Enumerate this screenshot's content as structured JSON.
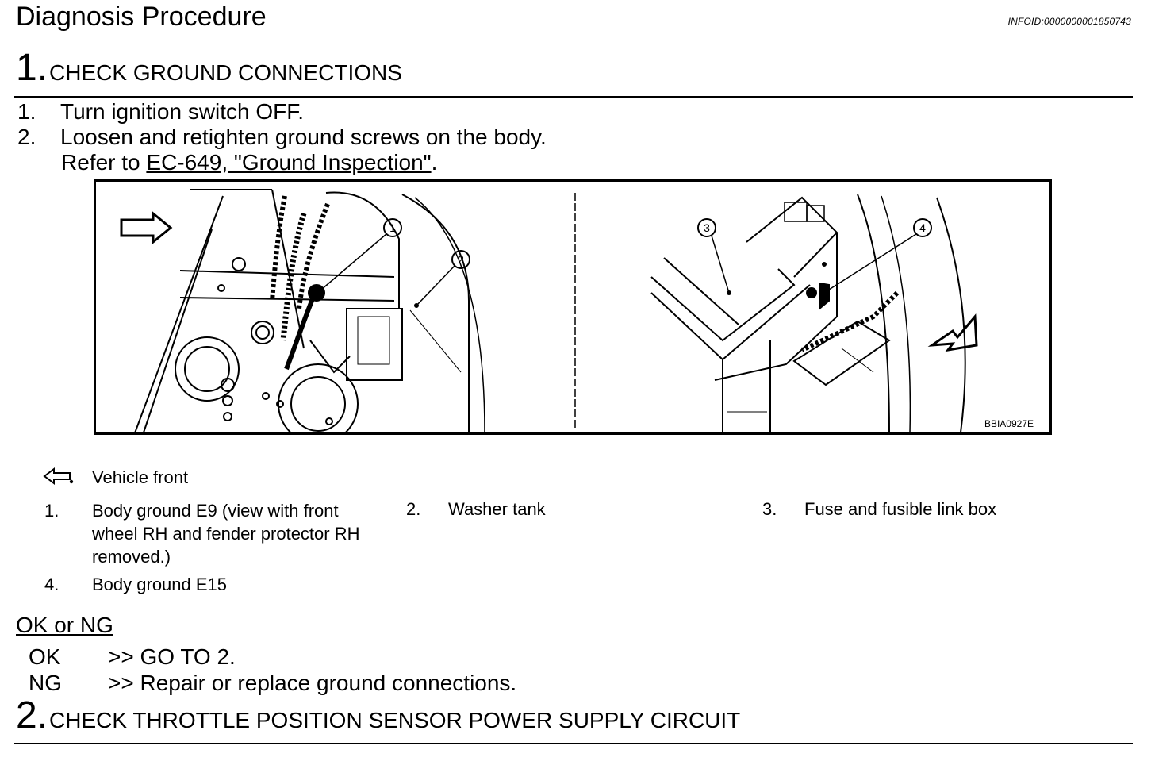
{
  "header": {
    "title": "Diagnosis Procedure",
    "info_id": "INFOID:0000000001850743"
  },
  "step1": {
    "number": "1.",
    "title": "CHECK GROUND CONNECTIONS",
    "instructions": [
      {
        "num": "1.",
        "text": "Turn ignition switch OFF."
      },
      {
        "num": "2.",
        "text": "Loosen and retighten ground screws on the body."
      }
    ],
    "refer_prefix": "Refer to ",
    "refer_link": "EC-649, \"Ground Inspection\"",
    "refer_suffix": "."
  },
  "figure": {
    "code": "BBIA0927E",
    "callouts": [
      "1",
      "2",
      "3",
      "4"
    ]
  },
  "legend": {
    "arrow_label": "Vehicle front",
    "arrow_icon": "outline-arrow-left-icon",
    "items": [
      {
        "num": "1.",
        "text_lines": [
          "Body ground E9 (view with front",
          "wheel RH and fender protector RH",
          "removed.)"
        ]
      },
      {
        "num": "2.",
        "text_lines": [
          "Washer tank"
        ]
      },
      {
        "num": "3.",
        "text_lines": [
          "Fuse and fusible link box"
        ]
      },
      {
        "num": "4.",
        "text_lines": [
          "Body ground E15"
        ]
      }
    ]
  },
  "result": {
    "heading": "OK or NG",
    "rows": [
      {
        "code": "OK",
        "action": ">> GO TO 2."
      },
      {
        "code": "NG",
        "action": ">> Repair or replace ground connections."
      }
    ]
  },
  "step2": {
    "number": "2.",
    "title": "CHECK THROTTLE POSITION SENSOR POWER SUPPLY CIRCUIT"
  }
}
